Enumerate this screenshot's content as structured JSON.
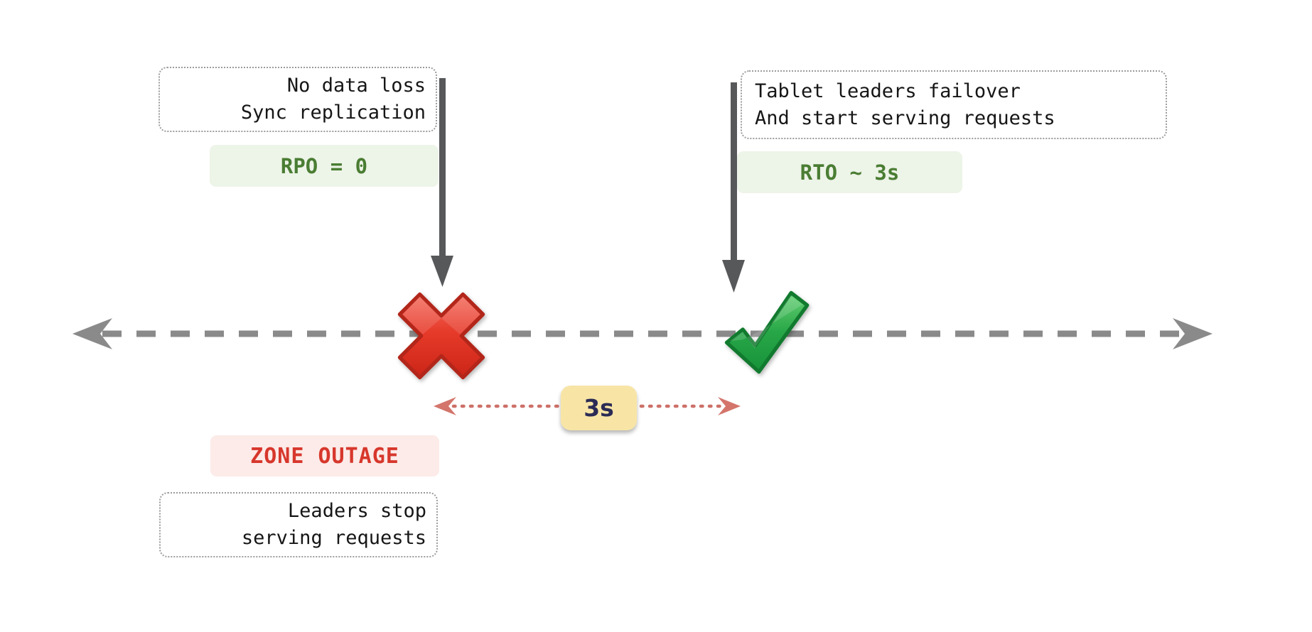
{
  "callouts": {
    "top_left": {
      "lines": [
        "No data loss",
        "Sync replication"
      ]
    },
    "top_right": {
      "lines": [
        "Tablet leaders failover",
        "And start serving requests"
      ]
    },
    "bottom_left": {
      "lines": [
        "Leaders stop",
        "serving requests"
      ]
    }
  },
  "badges": {
    "rpo": "RPO = 0",
    "rto": "RTO ~ 3s",
    "duration": "3s",
    "zone_outage": "ZONE OUTAGE"
  },
  "icons": {
    "outage_marker": "cross-mark-icon",
    "recovery_marker": "check-mark-icon",
    "timeline": "dashed-double-arrow-icon",
    "duration_span": "dotted-double-arrow-icon",
    "event_pointer": "down-arrow-icon"
  },
  "colors": {
    "green_badge_bg": "#edf4e8",
    "green_badge_text": "#4a7d33",
    "red_badge_bg": "#fcebe8",
    "red_badge_text": "#d7372c",
    "yellow_badge_bg": "#f8e5a6",
    "yellow_badge_text": "#2b2b55",
    "timeline_gray": "#8a8a8a",
    "pointer_dark": "#57585a",
    "duration_red": "#cd7068",
    "cross_red": "#e23a2a",
    "check_green": "#2fa84c"
  }
}
